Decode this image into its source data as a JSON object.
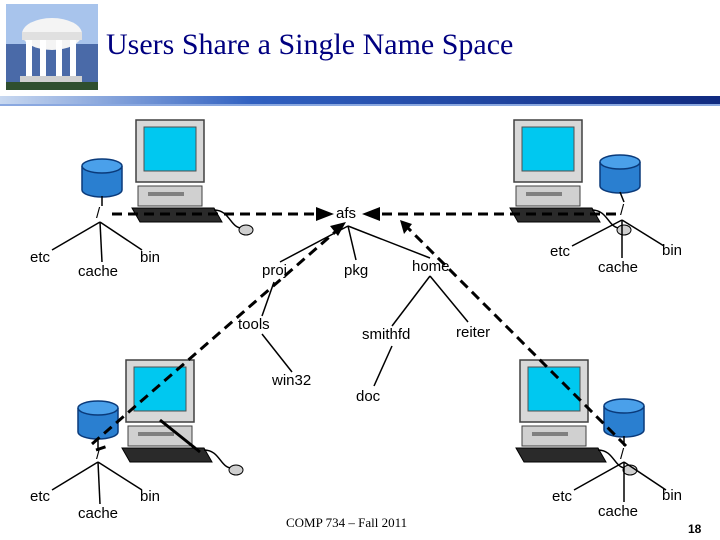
{
  "slide": {
    "title": "Users Share a Single Name Space",
    "footer": "COMP 734 – Fall 2011",
    "page_number": "18"
  },
  "diagram": {
    "shared_tree": {
      "root": "afs",
      "children": [
        "proj",
        "pkg",
        "home"
      ],
      "proj_children": [
        "tools"
      ],
      "tools_children": [
        "win32"
      ],
      "home_children": [
        "smithfd",
        "reiter"
      ],
      "smithfd_children": [
        "doc"
      ]
    },
    "local_trees": [
      {
        "root": "/",
        "children": [
          "etc",
          "cache",
          "bin"
        ]
      },
      {
        "root": "/",
        "children": [
          "etc",
          "cache",
          "bin"
        ]
      },
      {
        "root": "/",
        "children": [
          "etc",
          "cache",
          "bin"
        ]
      },
      {
        "root": "/",
        "children": [
          "etc",
          "cache",
          "bin"
        ]
      }
    ],
    "colors": {
      "screen": "#00c8f0",
      "disk": "#2a7fd0",
      "monitor": "#d8d8d8"
    }
  }
}
